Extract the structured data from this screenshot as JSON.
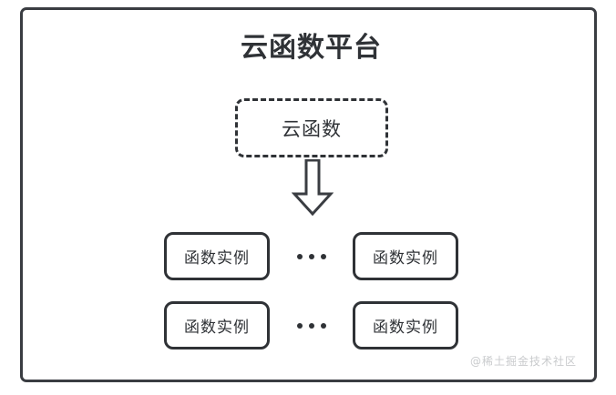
{
  "diagram": {
    "platform": {
      "title": "云函数平台",
      "border_color": "#3a3d42"
    },
    "cloud_function": {
      "label": "云函数",
      "border_style": "dashed",
      "border_color": "#2f3236"
    },
    "arrow": {
      "icon": "down-block-arrow-icon",
      "direction": "down",
      "color": "#2f3236"
    },
    "instance_rows": [
      {
        "left_instance": "函数实例",
        "ellipsis": "...",
        "right_instance": "函数实例"
      },
      {
        "left_instance": "函数实例",
        "ellipsis": "...",
        "right_instance": "函数实例"
      }
    ],
    "watermark": "@稀土掘金技术社区"
  }
}
